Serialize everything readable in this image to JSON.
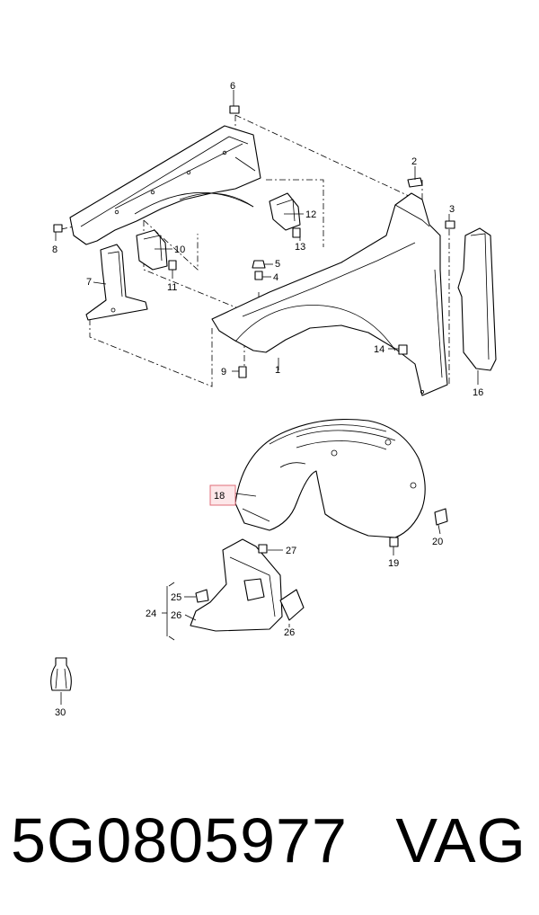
{
  "diagram": {
    "callouts": [
      {
        "id": "c6",
        "text": "6"
      },
      {
        "id": "c2",
        "text": "2"
      },
      {
        "id": "c3",
        "text": "3"
      },
      {
        "id": "c12",
        "text": "12"
      },
      {
        "id": "c13",
        "text": "13"
      },
      {
        "id": "c8",
        "text": "8"
      },
      {
        "id": "c10",
        "text": "10"
      },
      {
        "id": "c11",
        "text": "11"
      },
      {
        "id": "c7",
        "text": "7"
      },
      {
        "id": "c5",
        "text": "5"
      },
      {
        "id": "c4",
        "text": "4"
      },
      {
        "id": "c14",
        "text": "14"
      },
      {
        "id": "c9",
        "text": "9"
      },
      {
        "id": "c1",
        "text": "1"
      },
      {
        "id": "c16",
        "text": "16"
      },
      {
        "id": "c18",
        "text": "18"
      },
      {
        "id": "c20",
        "text": "20"
      },
      {
        "id": "c19",
        "text": "19"
      },
      {
        "id": "c27",
        "text": "27"
      },
      {
        "id": "c25",
        "text": "25"
      },
      {
        "id": "c24",
        "text": "24"
      },
      {
        "id": "c26a",
        "text": "26"
      },
      {
        "id": "c26b",
        "text": "26"
      },
      {
        "id": "c30",
        "text": "30"
      }
    ],
    "highlighted_part": "18"
  },
  "footer": {
    "part_number": "5G0805977",
    "brand": "VAG"
  }
}
